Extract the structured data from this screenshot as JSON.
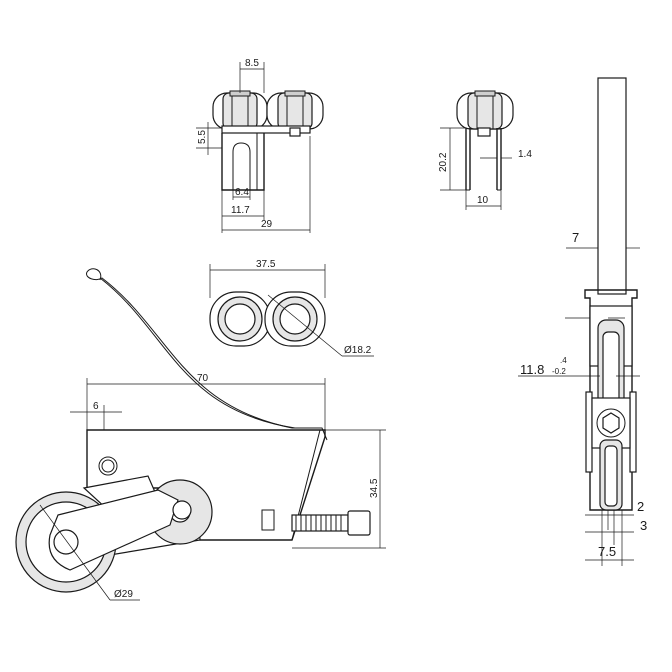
{
  "dimensions": {
    "top_front": {
      "pitch": "8.5",
      "height": "5.5",
      "slot": "6.4",
      "offset": "11.7",
      "width": "29"
    },
    "top_side": {
      "height": "20.2",
      "thickness": "1.4",
      "width": "10"
    },
    "wheels_top": {
      "span": "37.5",
      "diameter": "Ø18.2"
    },
    "main_side": {
      "length": "70",
      "hole": "6",
      "height": "34.5",
      "wheel_diameter": "Ø29"
    },
    "right_view": {
      "top_width": "7",
      "tolerance_main": "11.8",
      "tolerance_lower": "-0.2",
      "tolerance_upper": ".4",
      "gap_a": "2",
      "gap_b": "3",
      "base_width": "7.5"
    }
  }
}
